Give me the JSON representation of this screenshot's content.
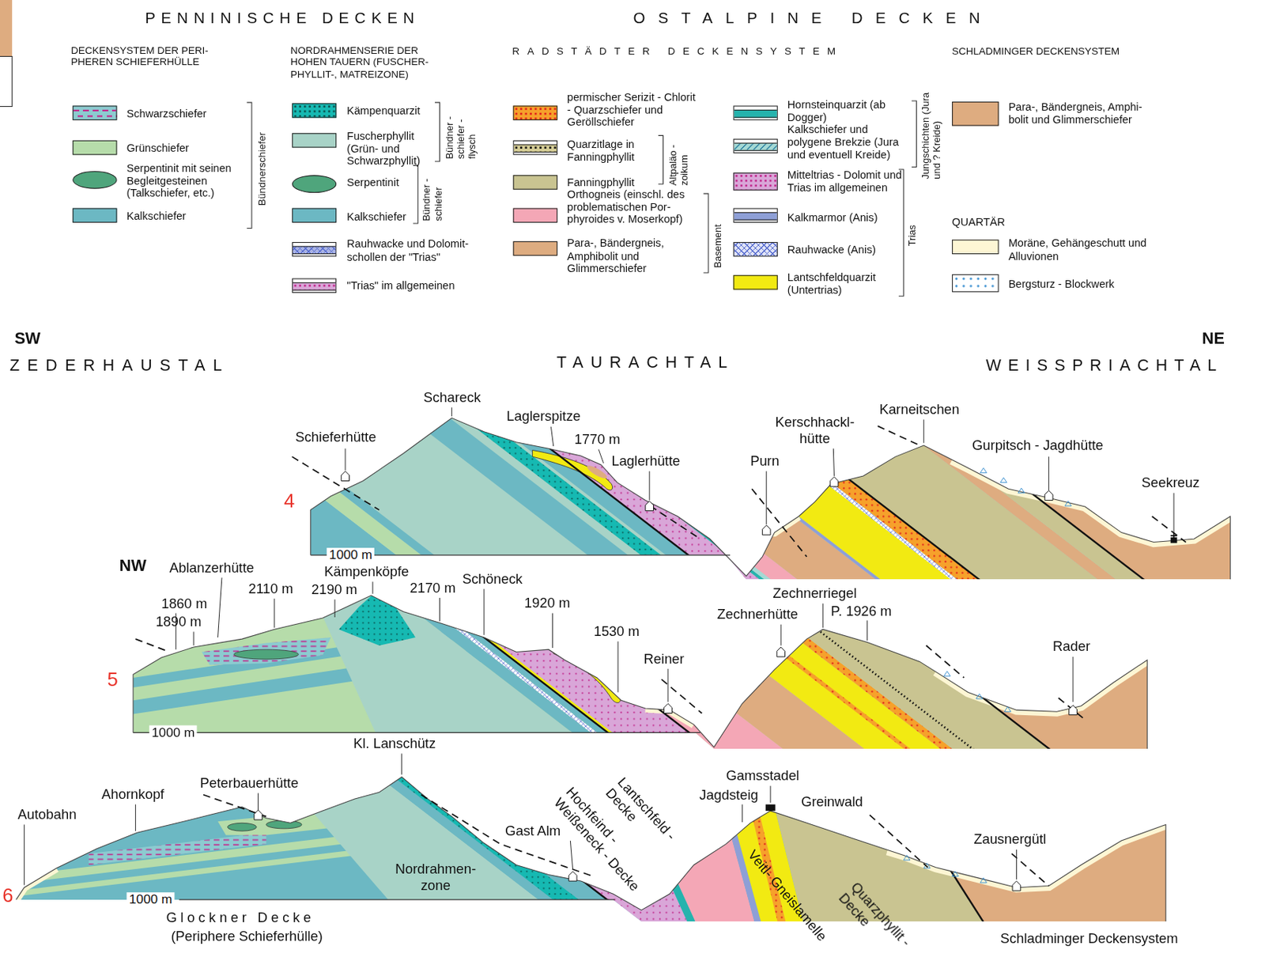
{
  "diagram": {
    "labels": [
      "PENNINISCHE DECKEN",
      "OSTALPINE DECKEN",
      "DECKENSYSTEM DER PERI- PHEREN SCHIEFERHÜLLE",
      "NORDRAHMENSERIE DER HOHEN TAUERN (FUSCHER- PHYLLIT-, MATREIZONE)",
      "RADSTÄDTER DECKENSYSTEM",
      "SCHLADMINGER DECKENSYSTEM",
      "Bündnerschiefer",
      "Bündner - schiefer - flysch",
      "Bündner - schiefer",
      "Altpaläo - zoikum",
      "Basement",
      "Jungschichten (Jura und ? Kreide)",
      "Trias",
      "QUARTÄR",
      "SW",
      "ZEDERHAUSTAL",
      "TAURACHTAL",
      "NE",
      "WEISSPRIACHTAL",
      "4",
      "1000 m",
      "Schieferhütte",
      "Schareck",
      "Laglerspitze",
      "1770 m",
      "Laglerhütte",
      "Purn",
      "Kerschhackl- hütte",
      "Karneitschen",
      "Gurpitsch - Jagdhütte",
      "Seekreuz",
      "NW",
      "5",
      "1000 m",
      "Ablanzerhütte",
      "1860 m",
      "1890 m",
      "2110 m",
      "2190 m",
      "Kämpenköpfe",
      "2170 m",
      "Schöneck",
      "1920 m",
      "1530 m",
      "Reiner",
      "Zechnerhütte",
      "Zechnerriegel",
      "P. 1926 m",
      "Rader",
      "6",
      "1000 m",
      "Kl. Lanschütz",
      "Autobahn",
      "Ahornkopf",
      "Peterbauerhütte",
      "Gast Alm",
      "Nordrahmen- zone",
      "Hochfeind - Weißeneck - Decke",
      "Lantschfeld - Decke",
      "Jagdsteig",
      "Gamsstadel",
      "Greinwald",
      "Veitl- Gneislamelle",
      "Quarzphyllit - Decke",
      "Zausnergütl",
      "Glockner Decke",
      "(Periphere Schieferhülle)",
      "Schladminger Deckensystem"
    ],
    "legend": [
      {
        "text": "Schwarzschiefer",
        "color": "#8ccbd0"
      },
      {
        "text": "Grünschiefer",
        "color": "#b6dcaa"
      },
      {
        "text": "Serpentinit mit seinen Begleitgesteinen (Talkschiefer, etc.)",
        "color": "#4fa57c"
      },
      {
        "text": "Kalkschiefer",
        "color": "#6cb8c3"
      },
      {
        "text": "Kämpenquarzit",
        "color": "#16b9b2"
      },
      {
        "text": "Fuscherphyllit (Grün- und Schwarzphyllit)",
        "color": "#a8d3c7"
      },
      {
        "text": "Serpentinit",
        "color": "#4fa57c"
      },
      {
        "text": "Kalkschiefer",
        "color": "#6cb8c3"
      },
      {
        "text": "Rauhwacke und Dolomit- schollen der \"Trias\"",
        "color": "#aab4e6"
      },
      {
        "text": "\"Trias\" im allgemeinen",
        "color": "#d9a6d8"
      },
      {
        "text": "permischer Serizit - Chlorit - Quarzschiefer und Geröllschiefer",
        "color": "#f6a12b"
      },
      {
        "text": "Quarzitlage in Fanningphyllit",
        "color": "#d4cc95"
      },
      {
        "text": "Fanningphyllit",
        "color": "#c9c491"
      },
      {
        "text": "Orthogneis (einschl. des problematischen Por- phyroides v. Moserkopf)",
        "color": "#f4a7b6"
      },
      {
        "text": "Para-, Bändergneis, Amphibolit und Glimmerschiefer",
        "color": "#deac80"
      },
      {
        "text": "Hornsteinquarzit (ab Dogger)",
        "color": "#25b3ad"
      },
      {
        "text": "Kalkschiefer und polygene Brekzie (Jura und eventuell Kreide)",
        "color": "#a5d9d4"
      },
      {
        "text": "Mitteltrias - Dolomit und Trias im allgemeinen",
        "color": "#d9a6d8"
      },
      {
        "text": "Kalkmarmor (Anis)",
        "color": "#8e9fd6"
      },
      {
        "text": "Rauhwacke (Anis)",
        "color": "#dfe3f7"
      },
      {
        "text": "Lantschfeldquarzit (Untertrias)",
        "color": "#f2ea12"
      },
      {
        "text": "Para-, Bändergneis, Amphi- bolit und Glimmerschiefer",
        "color": "#deac80"
      },
      {
        "text": "Moräne, Gehängeschutt und Alluvionen",
        "color": "#fdf6d4"
      },
      {
        "text": "Bergsturz - Blockwerk",
        "color": "#ffffff"
      }
    ]
  }
}
